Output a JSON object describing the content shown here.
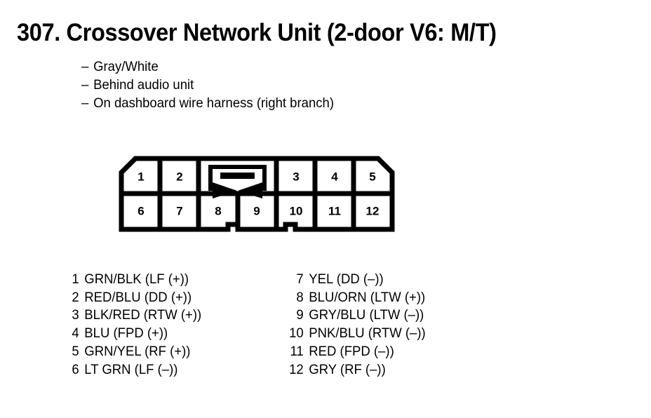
{
  "title": "307. Crossover Network Unit (2-door V6: M/T)",
  "notes": {
    "dash": "–",
    "items": [
      "Gray/White",
      "Behind audio unit",
      "On dashboard wire harness (right branch)"
    ]
  },
  "connector": {
    "top_row": [
      "1",
      "2",
      "latch",
      "3",
      "4",
      "5"
    ],
    "bottom_row": [
      "6",
      "7",
      "8",
      "9",
      "10",
      "11",
      "12"
    ],
    "latch_icon": "connector-latch-icon",
    "stroke_color": "#000000",
    "fill_color": "#ffffff"
  },
  "legend": {
    "left": [
      {
        "num": "1",
        "text": "GRN/BLK (LF (+))"
      },
      {
        "num": "2",
        "text": "RED/BLU (DD (+))"
      },
      {
        "num": "3",
        "text": "BLK/RED (RTW (+))"
      },
      {
        "num": "4",
        "text": "BLU (FPD (+))"
      },
      {
        "num": "5",
        "text": "GRN/YEL (RF (+))"
      },
      {
        "num": "6",
        "text": "LT GRN (LF (–))"
      }
    ],
    "right": [
      {
        "num": "7",
        "text": "YEL (DD (–))"
      },
      {
        "num": "8",
        "text": "BLU/ORN (LTW (+))"
      },
      {
        "num": "9",
        "text": "GRY/BLU (LTW (–))"
      },
      {
        "num": "10",
        "text": "PNK/BLU (RTW (–))"
      },
      {
        "num": "11",
        "text": "RED (FPD (–))"
      },
      {
        "num": "12",
        "text": "GRY (RF (–))"
      }
    ]
  }
}
